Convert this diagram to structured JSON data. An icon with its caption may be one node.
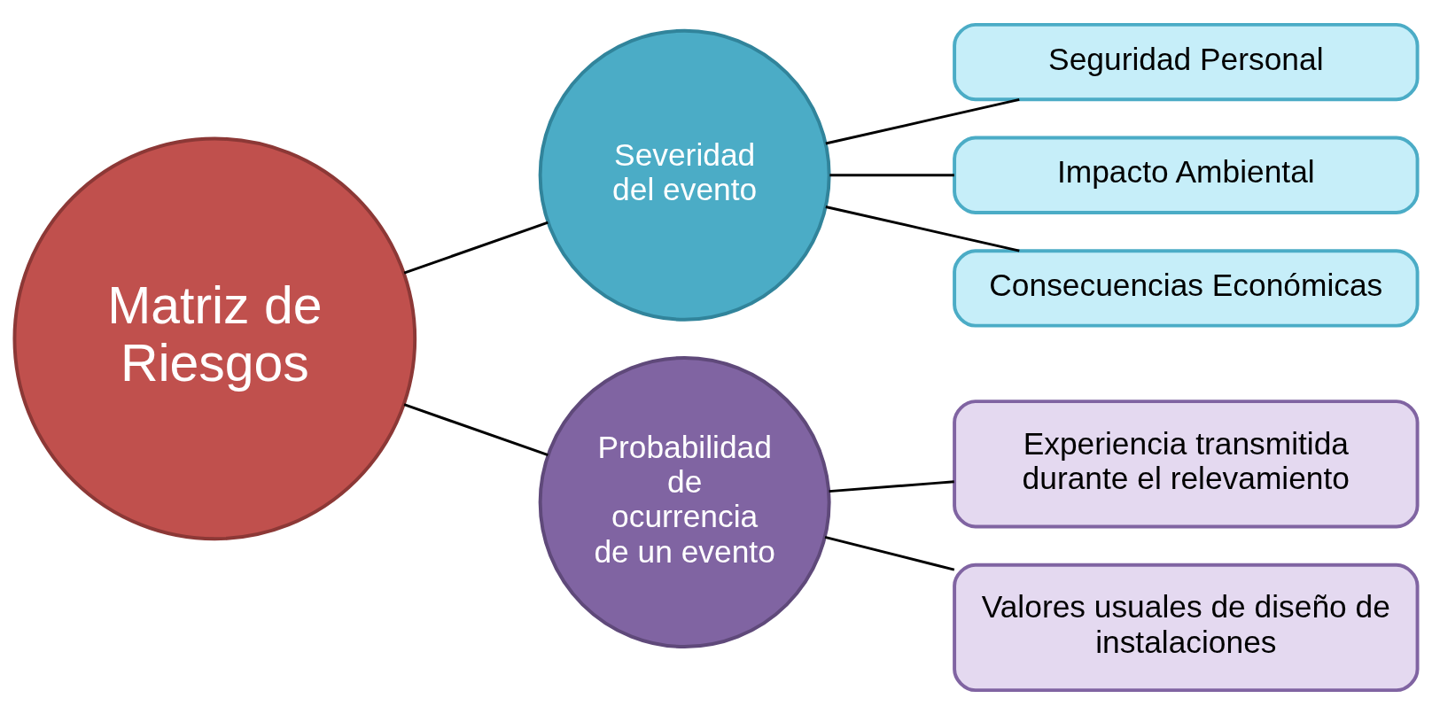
{
  "diagram": {
    "nodes": [
      {
        "text": [
          "Matriz de Riesgos"
        ]
      },
      {
        "text": [
          "Severidad del evento"
        ]
      },
      {
        "text": [
          "Seguridad Personal"
        ]
      },
      {
        "text": [
          "Impacto Ambiental"
        ]
      },
      {
        "text": [
          "Consecuencias Económicas"
        ]
      },
      {
        "text": [
          "Probabilidad de ocurrencia de un evento"
        ]
      },
      {
        "text": [
          "Experiencia transmitida durante el relevamiento"
        ]
      },
      {
        "text": [
          "Valores usuales de diseño de instalaciones"
        ]
      }
    ],
    "edges": [
      {
        "from": 0,
        "to": 1,
        "arrow": "none"
      },
      {
        "from": 1,
        "to": 2,
        "arrow": "none"
      },
      {
        "from": 1,
        "to": 3,
        "arrow": "none"
      },
      {
        "from": 1,
        "to": 4,
        "arrow": "none"
      },
      {
        "from": 0,
        "to": 5,
        "arrow": "none"
      },
      {
        "from": 5,
        "to": 6,
        "arrow": "none"
      },
      {
        "from": 5,
        "to": 7,
        "arrow": "none"
      }
    ]
  }
}
